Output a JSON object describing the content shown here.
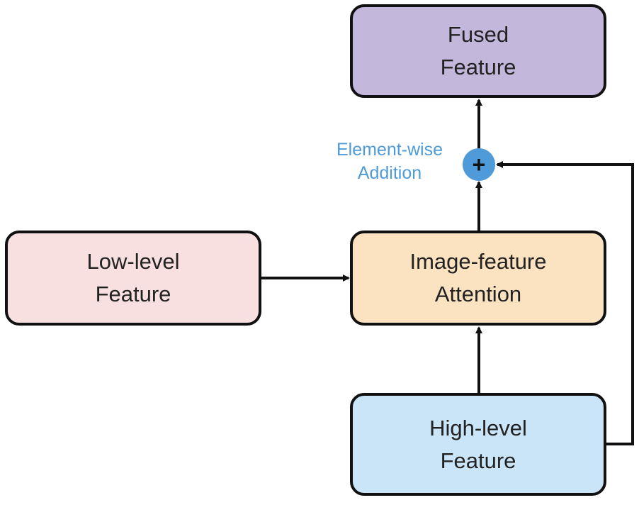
{
  "nodes": {
    "fused": {
      "lines": [
        "Fused",
        "Feature"
      ],
      "fill": "#c3b8dc"
    },
    "attention": {
      "lines": [
        "Image-feature",
        "Attention"
      ],
      "fill": "#fbe2c1"
    },
    "low": {
      "lines": [
        "Low-level",
        "Feature"
      ],
      "fill": "#f9e0e0"
    },
    "high": {
      "lines": [
        "High-level",
        "Feature"
      ],
      "fill": "#c9e5f7"
    }
  },
  "operation": {
    "symbol": "+",
    "label_lines": [
      "Element-wise",
      "Addition"
    ],
    "color": "#4f9bd9"
  },
  "colors": {
    "stroke": "#111111",
    "text": "#222222"
  }
}
